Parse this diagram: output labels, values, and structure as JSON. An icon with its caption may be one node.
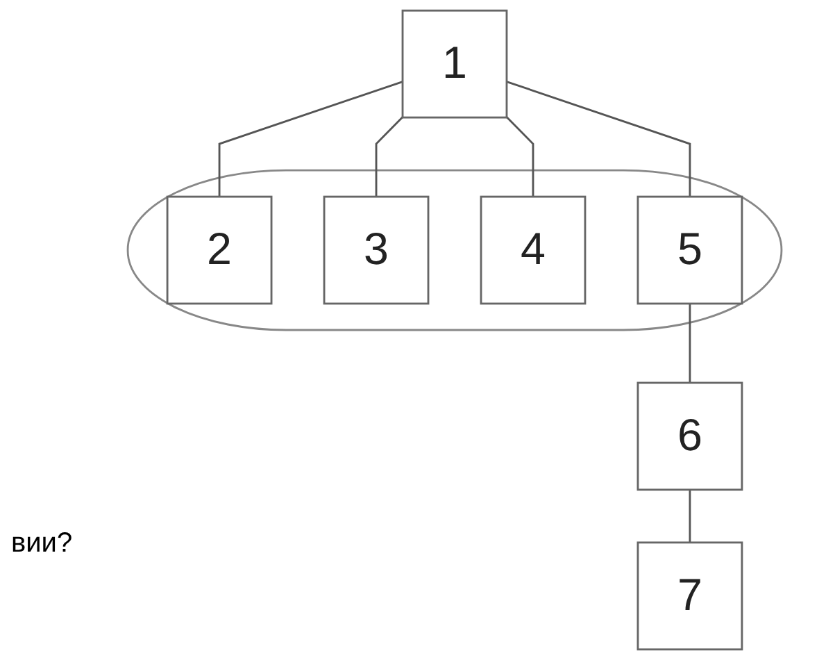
{
  "diagram": {
    "nodes": [
      {
        "text": [
          "1"
        ]
      },
      {
        "text": [],
        "shape": "ellipse"
      },
      {
        "text": [
          "2"
        ],
        "in": 1
      },
      {
        "text": [
          "3"
        ],
        "in": 1
      },
      {
        "text": [
          "4"
        ],
        "in": 1
      },
      {
        "text": [
          "5"
        ],
        "in": 1
      },
      {
        "text": [
          "6"
        ]
      },
      {
        "text": [
          "7"
        ]
      }
    ],
    "edges": [
      {
        "from": 0,
        "to": 2,
        "arrow": "none"
      },
      {
        "from": 0,
        "to": 3,
        "arrow": "none"
      },
      {
        "from": 0,
        "to": 4,
        "arrow": "none"
      },
      {
        "from": 0,
        "to": 5,
        "arrow": "none"
      },
      {
        "from": 5,
        "to": 6,
        "arrow": "none"
      },
      {
        "from": 6,
        "to": 7,
        "arrow": "none"
      }
    ],
    "labels": [
      "вии?"
    ]
  }
}
